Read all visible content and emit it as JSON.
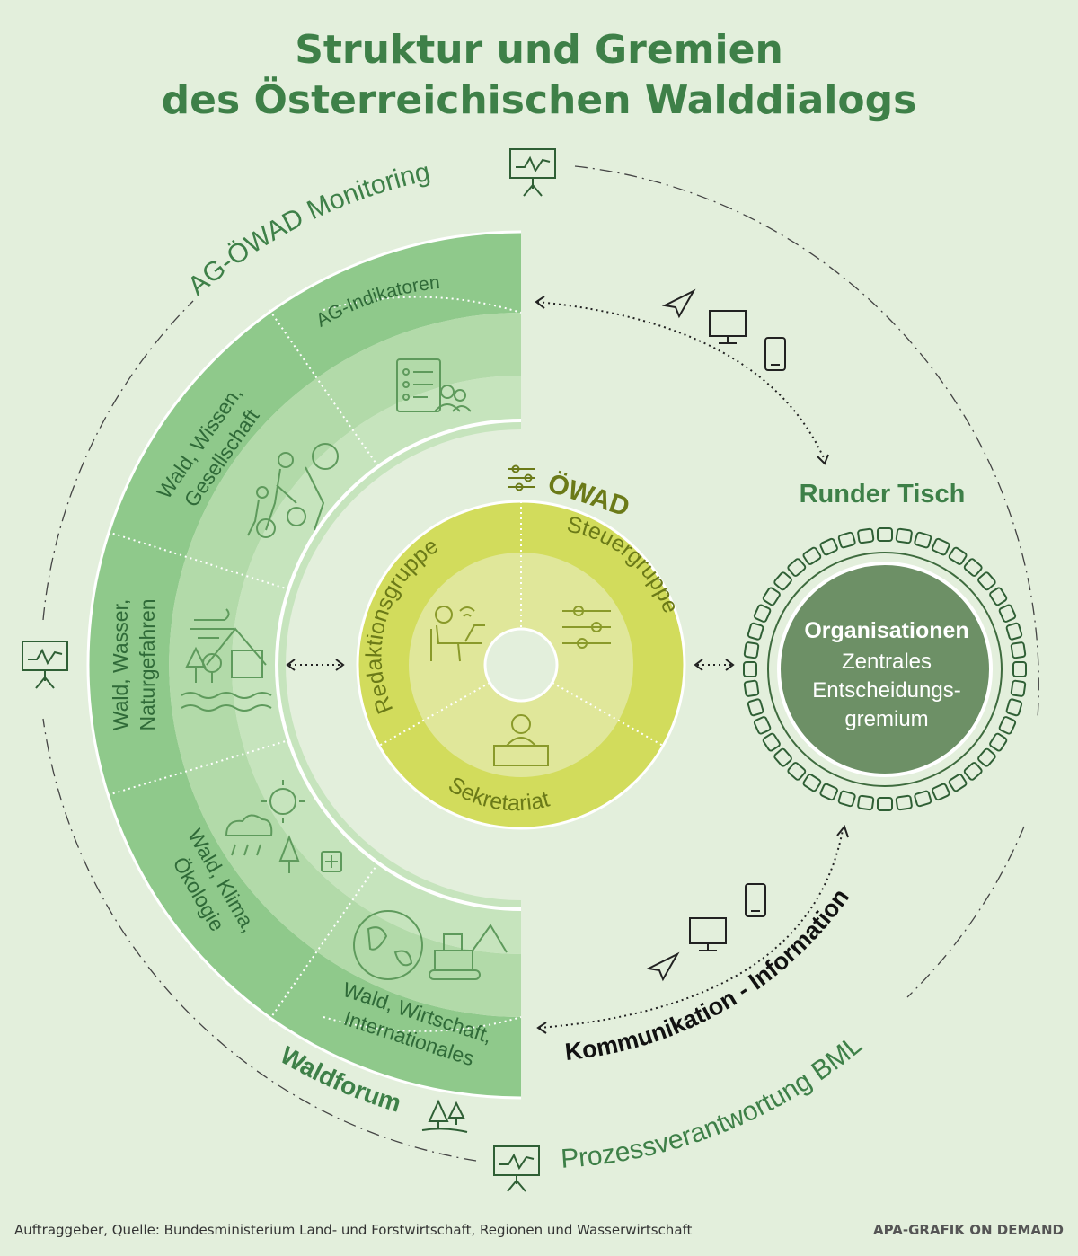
{
  "title": {
    "line1": "Struktur und Gremien",
    "line2": "des Österreichischen Walddialogs"
  },
  "outer_ring": {
    "monitoring_label": "AG-ÖWAD Monitoring",
    "process_label": "Prozessverantwortung BML"
  },
  "waldforum": {
    "label": "Waldforum",
    "segments": [
      "AG-Indikatoren",
      "Wald, Wissen, Gesellschaft",
      "Wald, Wasser, Naturgefahren",
      "Wald, Klima, Ökologie",
      "Wald, Wirtschaft, Internationales"
    ],
    "segments_lines": {
      "s2": [
        "Wald, Wissen,",
        "Gesellschaft"
      ],
      "s3": [
        "Wald, Wasser,",
        "Naturgefahren"
      ],
      "s4": [
        "Wald, Klima,",
        "Ökologie"
      ],
      "s5": [
        "Wald, Wirtschaft,",
        "Internationales"
      ]
    }
  },
  "owad": {
    "label": "ÖWAD",
    "segments": [
      "Redaktionsgruppe",
      "Steuergruppe",
      "Sekretariat"
    ]
  },
  "runder_tisch": {
    "label": "Runder Tisch",
    "center_title": "Organisationen",
    "center_lines": [
      "Zentrales",
      "Entscheidungs-",
      "gremium"
    ]
  },
  "communication": {
    "label": "Kommunikation - Information"
  },
  "footer": {
    "source": "Auftraggeber, Quelle: Bundesministerium Land- und Forstwirtschaft, Regionen und Wasserwirtschaft",
    "credit": "APA-GRAFIK ON DEMAND"
  },
  "colors": {
    "dark_green": "#3e8048",
    "forum_outer": "#8fc98b",
    "forum_mid": "#b2daa9",
    "forum_inner": "#c6e4bd",
    "owad_outer": "#d2dc5c",
    "owad_inner": "#e0e79a",
    "owad_text": "#6b7a18",
    "table_fill": "#6d9066",
    "background": "#e3efdc"
  },
  "icons": [
    "presentation-board-icon",
    "checklist-people-icon",
    "family-walking-icon",
    "wind-house-water-icon",
    "weather-forest-icon",
    "globe-excavator-icon",
    "sliders-icon",
    "person-laptop-icon",
    "person-desk-icon",
    "paper-plane-icon",
    "monitor-icon",
    "smartphone-icon",
    "trees-icon"
  ]
}
